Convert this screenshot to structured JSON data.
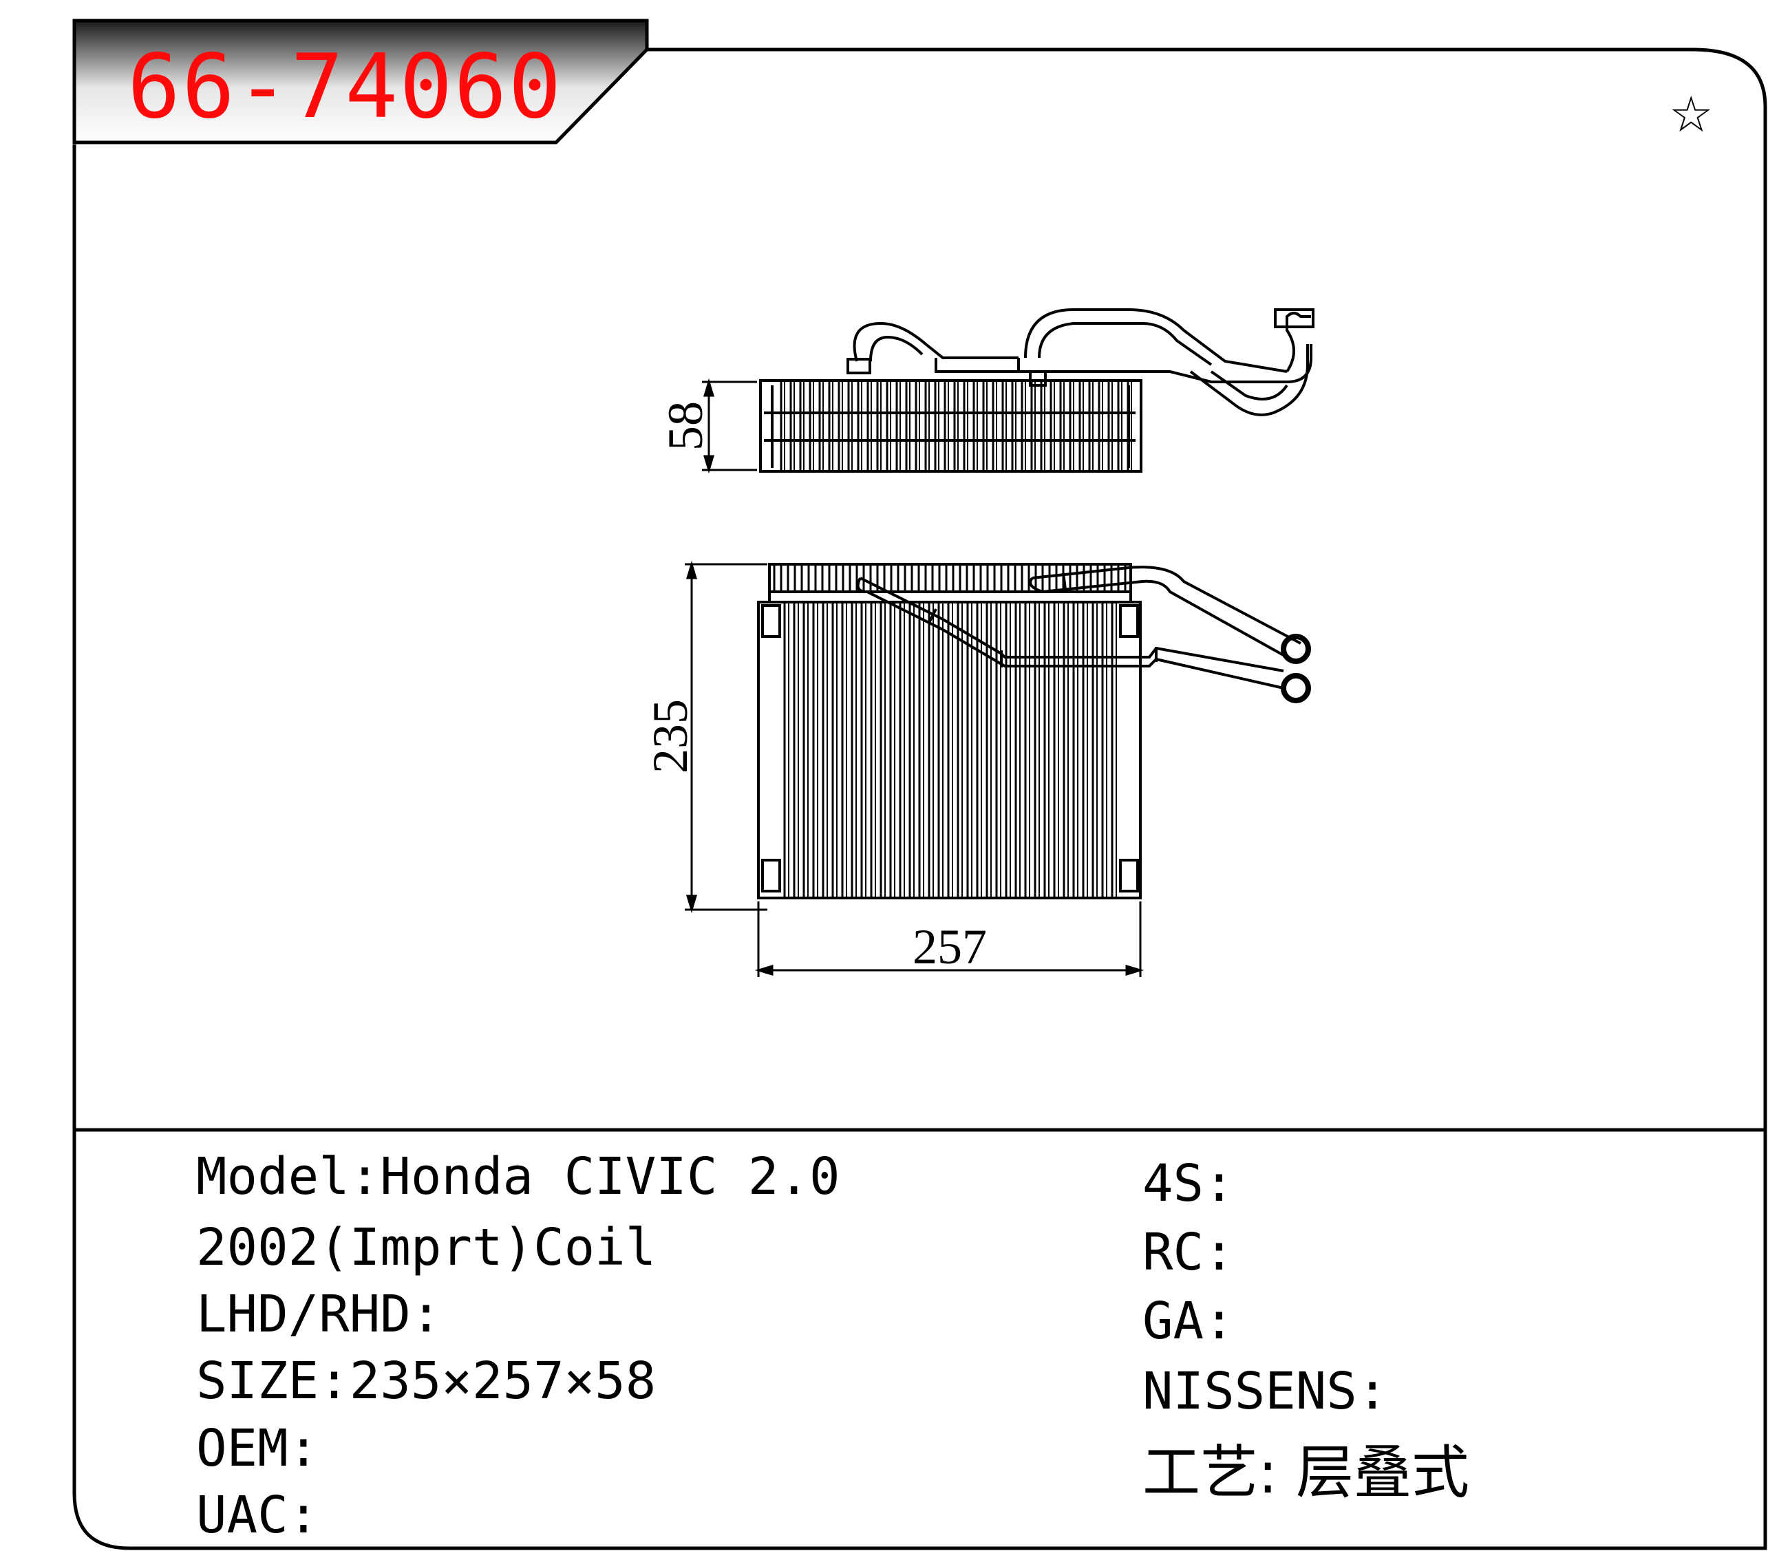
{
  "header": {
    "part_number": "66-74060",
    "badge_color": "#ff0a0a"
  },
  "marker": {
    "symbol": "☆"
  },
  "drawing": {
    "dim_depth": "58",
    "dim_height": "235",
    "dim_width": "257"
  },
  "specs_left": {
    "line1": "Model:Honda CIVIC 2.0",
    "line2": "2002(Imprt)Coil",
    "line3": "LHD/RHD:",
    "line4": "SIZE:235×257×58",
    "line5": "OEM:",
    "line6": "UAC:"
  },
  "specs_right": {
    "line1": "4S:",
    "line2": "RC:",
    "line3": "GA:",
    "line4": "NISSENS:",
    "line5": "工艺: 层叠式"
  }
}
